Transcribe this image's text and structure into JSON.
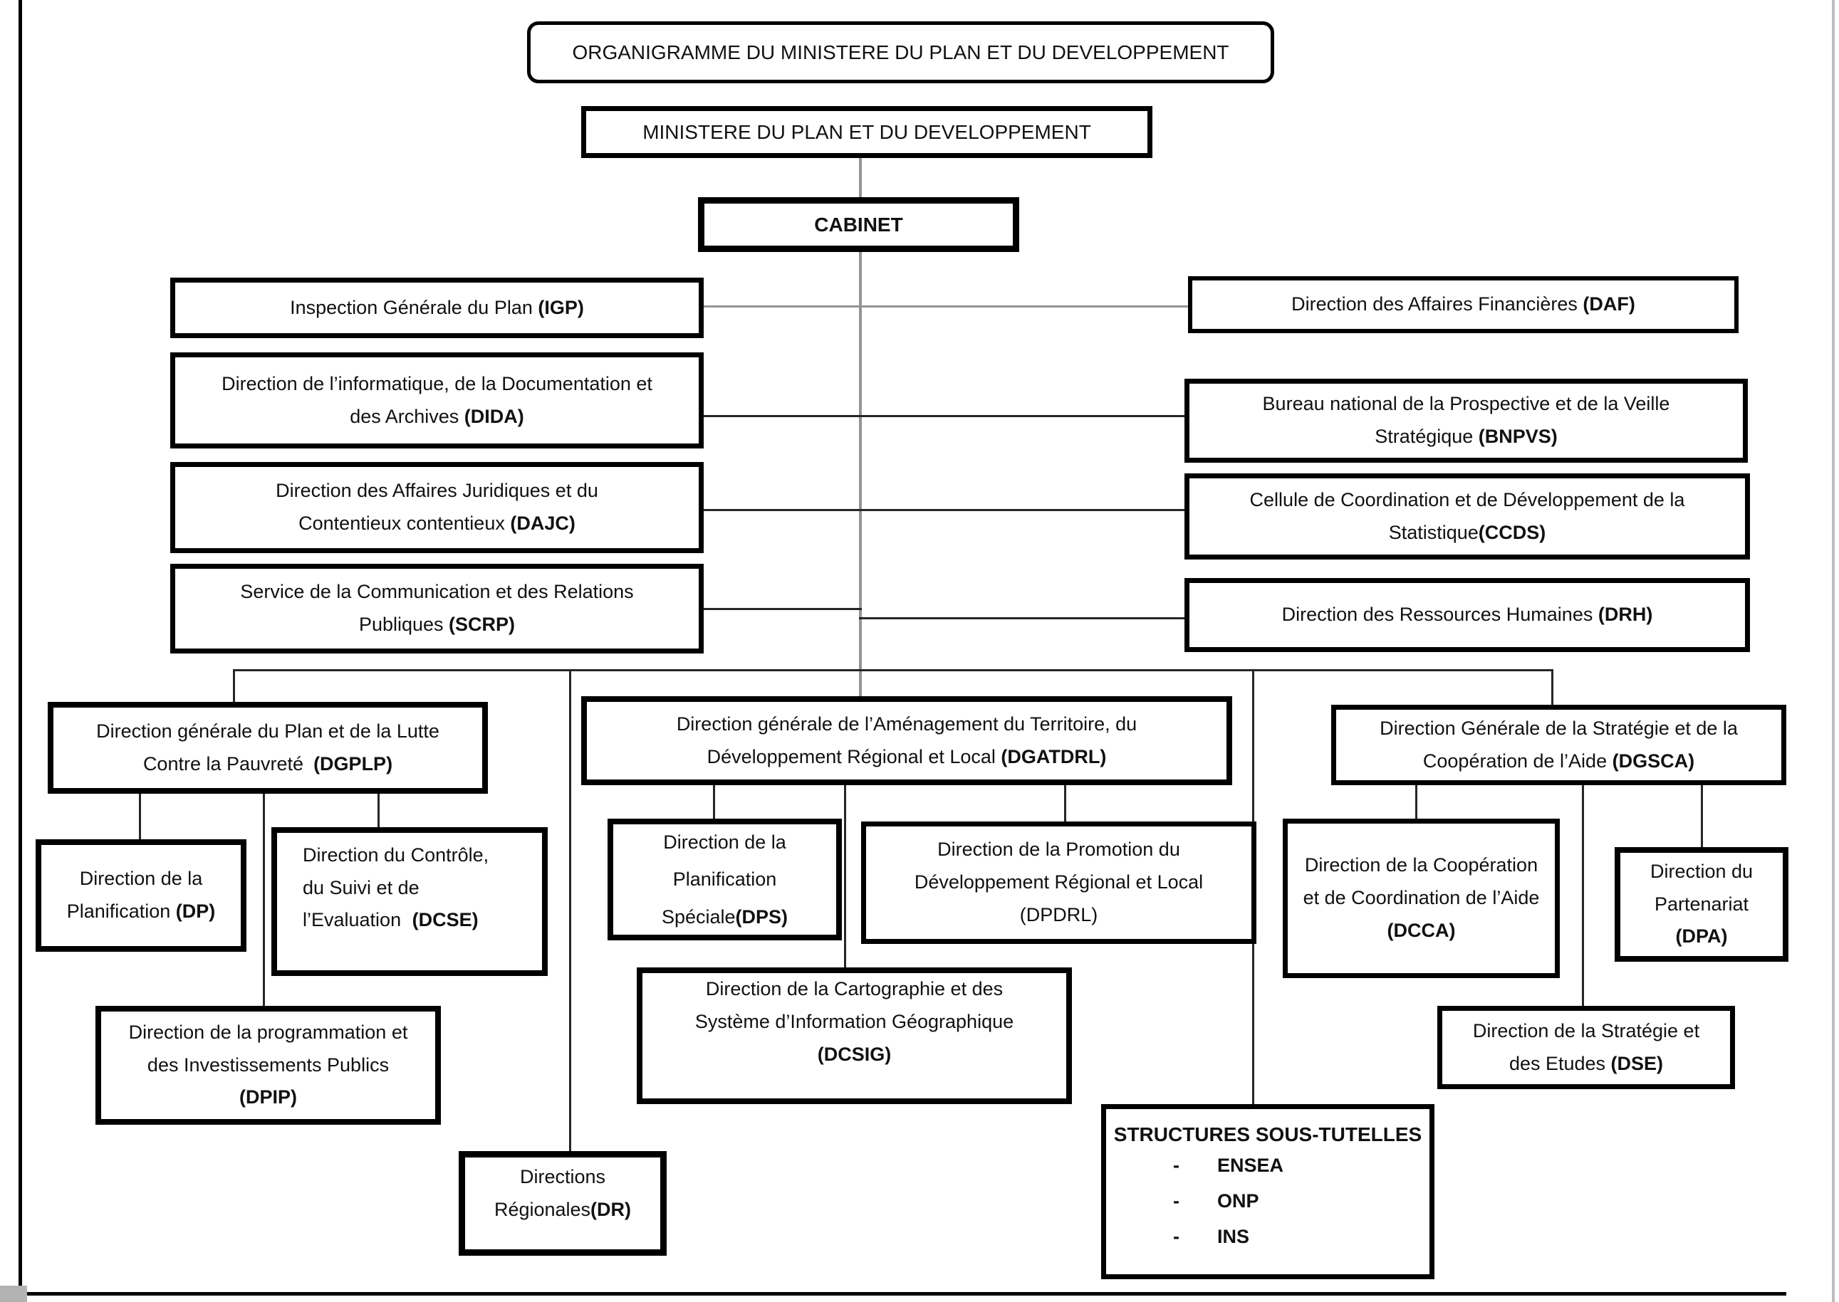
{
  "diagram": {
    "title": "ORGANIGRAMME DU MINISTERE DU PLAN ET DU DEVELOPPEMENT",
    "nodes": {
      "ministere": {
        "pre": "MINISTERE DU PLAN ET DU DEVELOPPEMENT",
        "acr": ""
      },
      "cabinet": {
        "pre": "",
        "acr": "CABINET"
      },
      "igp": {
        "pre": "Inspection Générale du Plan ",
        "acr": "(IGP)"
      },
      "dida": {
        "pre": "Direction de l’informatique, de la Documentation et des Archives ",
        "acr": "(DIDA)"
      },
      "dajc": {
        "pre": "Direction des Affaires Juridiques et du Contentieux contentieux ",
        "acr": "(DAJC)"
      },
      "scrp": {
        "pre": "Service de la Communication et des Relations Publiques ",
        "acr": "(SCRP)"
      },
      "daf": {
        "pre": "Direction des Affaires Financières ",
        "acr": "(DAF)"
      },
      "bnpvs": {
        "pre": "Bureau national de la Prospective et de la Veille Stratégique ",
        "acr": "(BNPVS)"
      },
      "ccds": {
        "pre": "Cellule de Coordination et de Développement de la Statistique",
        "acr": "(CCDS)"
      },
      "drh": {
        "pre": "Direction des Ressources Humaines ",
        "acr": "(DRH)"
      },
      "dgplp": {
        "pre": "Direction générale du Plan et de la Lutte Contre la Pauvreté",
        "acr": "(DGPLP)"
      },
      "dgatdrl": {
        "pre": "Direction générale de l’Aménagement du Territoire, du Développement Régional et Local ",
        "acr": "(DGATDRL)"
      },
      "dgsca": {
        "pre": "Direction Générale de la Stratégie et de la Coopération de l’Aide ",
        "acr": "(DGSCA)"
      },
      "dp": {
        "pre": "Direction de la Planification ",
        "acr": "(DP)"
      },
      "dcse": {
        "pre": "Direction du Contrôle,\ndu Suivi et de\nl’Evaluation ",
        "acr": "(DCSE)"
      },
      "dpip": {
        "pre": "Direction de la programmation et des Investissements Publics ",
        "acr": "(DPIP)"
      },
      "dps": {
        "pre": "Direction de la Planification Spéciale",
        "acr": "(DPS)"
      },
      "dpdrl": {
        "pre": "Direction de la Promotion du Développement Régional et Local (DPDRL)",
        "acr": ""
      },
      "dcsig": {
        "pre": "Direction de la Cartographie et des Système d’Information Géographique ",
        "acr": "(DCSIG)"
      },
      "dcca": {
        "pre": "Direction de la Coopération et de Coordination de l’Aide ",
        "acr": "(DCCA)"
      },
      "dpa": {
        "pre": "Direction du Partenariat ",
        "acr": "(DPA)"
      },
      "dse": {
        "pre": "Direction de la Stratégie et des Etudes ",
        "acr": "(DSE)"
      },
      "dr": {
        "pre": "Directions Régionales",
        "acr": "(DR)"
      }
    },
    "tutelles": {
      "heading": "STRUCTURES SOUS-TUTELLES",
      "dash": "-",
      "items": [
        "ENSEA",
        "ONP",
        "INS"
      ]
    }
  },
  "colors": {
    "background": "#ffffff",
    "box_border": "#000000",
    "text": "#111111",
    "line_dark": "#262626",
    "line_gray": "#949494"
  }
}
